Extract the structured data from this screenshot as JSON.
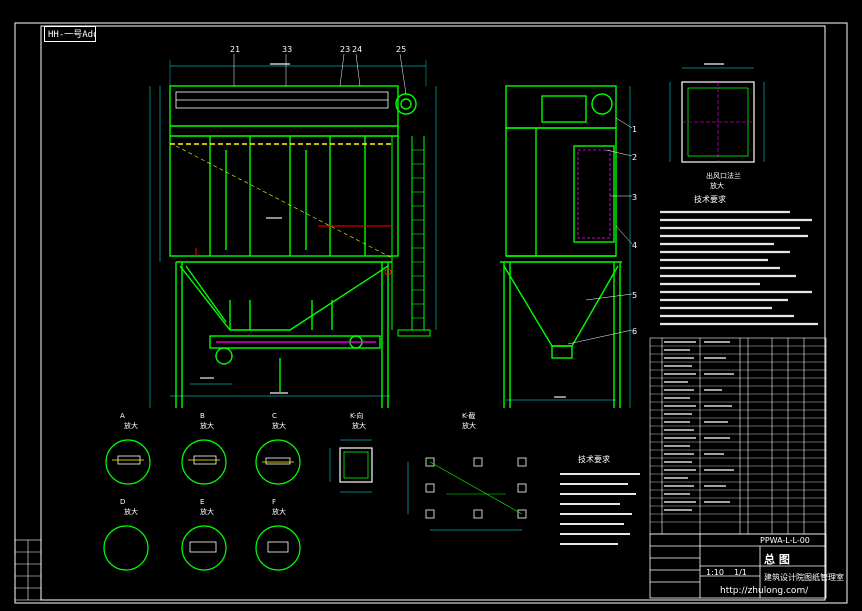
{
  "drawing": {
    "tag": "HH-一号Add",
    "watermark": "http://zhulong.com/",
    "title_block": {
      "name": "总 图",
      "code": "PPWA-L-L-00",
      "company": "建筑设计院图纸管理室",
      "scale": "1:10",
      "sheet": "1/1"
    },
    "balloons_front": [
      "21",
      "33",
      "23",
      "24",
      "25"
    ],
    "balloons_side": [
      "1",
      "2",
      "3",
      "4",
      "5",
      "6"
    ],
    "detail_labels": [
      {
        "id": "A",
        "text": "放大"
      },
      {
        "id": "B",
        "text": "放大"
      },
      {
        "id": "C",
        "text": "放大"
      },
      {
        "id": "D",
        "text": "放大"
      },
      {
        "id": "E",
        "text": "放大"
      },
      {
        "id": "F",
        "text": "放大"
      },
      {
        "id": "K-向",
        "text": "放大"
      },
      {
        "id": "K-截",
        "text": "放大"
      }
    ],
    "tech_req_title": "技术要求",
    "tech_req_title2": "技术要求"
  },
  "colors": {
    "frame": "#00ff00",
    "dim": "#00ffff",
    "outline": "#ffffff",
    "text": "#ffffff",
    "accent": "#ff0000",
    "hidden": "#ffff00",
    "magenta": "#ff00ff"
  }
}
